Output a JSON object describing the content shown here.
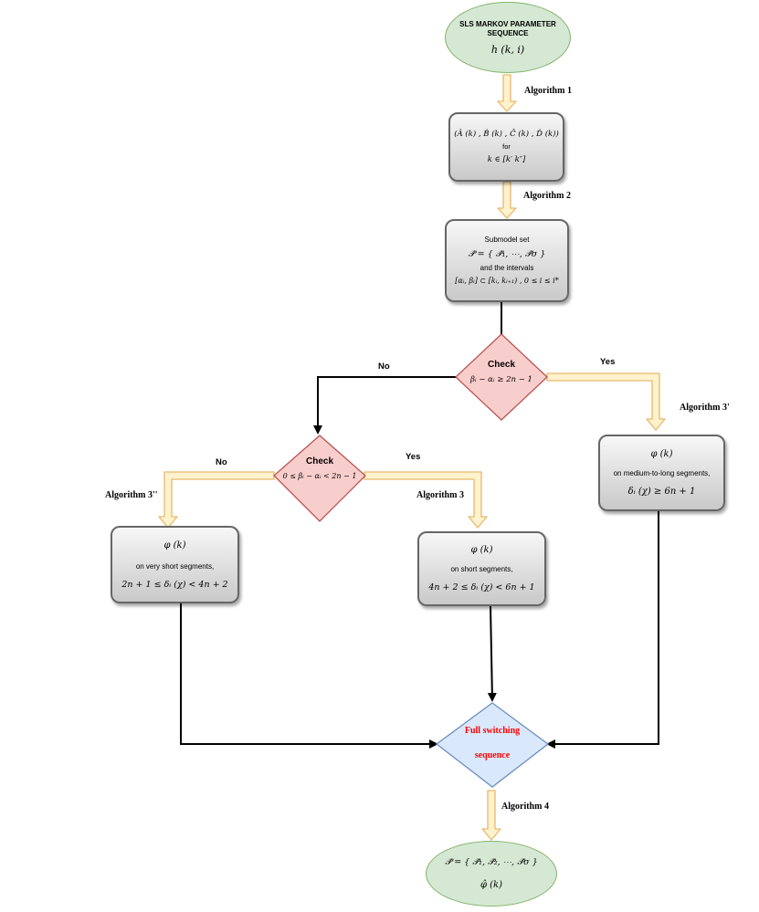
{
  "start": {
    "title": "SLS MARKOV PARAMETER SEQUENCE",
    "formula": "h (k, i)"
  },
  "step1": {
    "label": "Algorithm 1",
    "formula": "(Â (k) , B̂ (k) , Ĉ (k) , D̂ (k))",
    "for_text": "for",
    "range": "k ∈ [k′  k″]"
  },
  "step2": {
    "label": "Algorithm 2",
    "title": "Submodel set",
    "set": "𝒫̂ = { 𝒫̂₁, ⋯, 𝒫̂σ }",
    "intervals_text": "and the intervals",
    "intervals": "[αᵢ, βᵢ] ⊂ [kᵢ, kᵢ₊₁) , 0 ≤ i ≤ i*"
  },
  "check1": {
    "title": "Check",
    "condition": "βᵢ − αᵢ ≥ 2n − 1",
    "no": "No",
    "yes": "Yes"
  },
  "check2": {
    "title": "Check",
    "condition": "0 ≤ βᵢ − αᵢ < 2n − 1",
    "no": "No",
    "yes": "Yes"
  },
  "alg3p": {
    "label": "Algorithm 3'",
    "phi": "φ (k)",
    "desc": "on medium-to-long segments,",
    "cond": "δᵢ (χ) ≥ 6n + 1"
  },
  "alg3pp": {
    "label": "Algorithm 3''",
    "phi": "φ (k)",
    "desc": "on very short segments,",
    "cond": "2n + 1 ≤ δᵢ (χ) < 4n + 2"
  },
  "alg3": {
    "label": "Algorithm 3",
    "phi": "φ (k)",
    "desc": "on short segments,",
    "cond": "4n + 2 ≤ δᵢ (χ) < 6n + 1"
  },
  "full": {
    "line1": "Full switching",
    "line2": "sequence"
  },
  "step4": {
    "label": "Algorithm 4",
    "set": "𝒫̂ = { 𝒫̂₁, 𝒫̂₂, ⋯, 𝒫̂σ }",
    "phi": "φ̂ (k)"
  },
  "colors": {
    "start_end_fill": "#d5e8d4",
    "check_fill": "#f8cecc",
    "full_fill": "#dae8fc",
    "full_text": "#ff0000",
    "hollow_arrow": "#fff2cc",
    "hollow_arrow_border": "#e8b86d"
  }
}
